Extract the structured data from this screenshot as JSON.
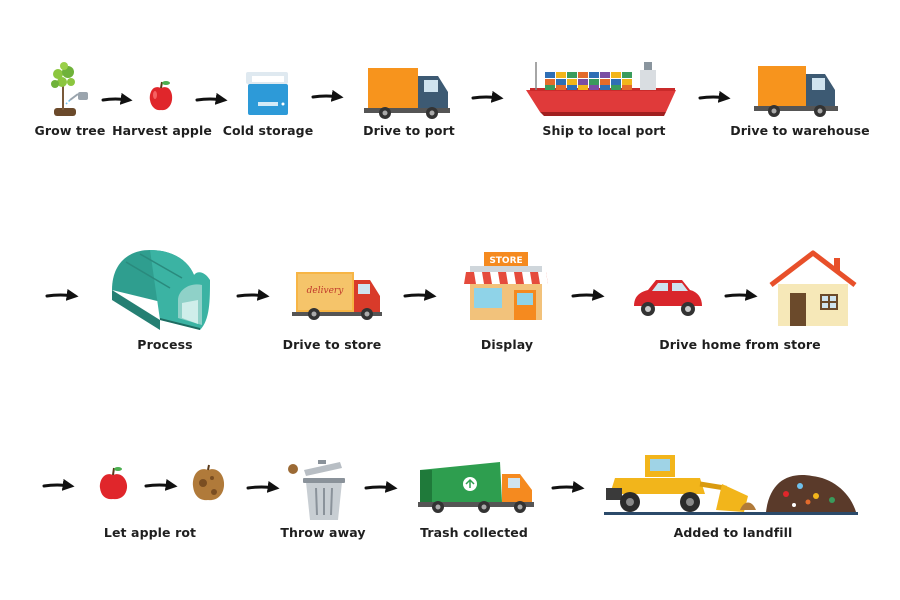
{
  "steps": [
    {
      "id": "grow-tree",
      "label": "Grow tree",
      "icon": "sapling-with-watering-can-icon"
    },
    {
      "id": "harvest-apple",
      "label": "Harvest apple",
      "icon": "red-apple-icon"
    },
    {
      "id": "cold-storage",
      "label": "Cold storage",
      "icon": "cooler-box-icon"
    },
    {
      "id": "drive-to-port",
      "label": "Drive to port",
      "icon": "box-truck-icon"
    },
    {
      "id": "ship-to-local-port",
      "label": "Ship to local port",
      "icon": "container-ship-icon"
    },
    {
      "id": "drive-to-warehouse",
      "label": "Drive to warehouse",
      "icon": "box-truck-icon"
    },
    {
      "id": "process",
      "label": "Process",
      "icon": "warehouse-hangar-icon"
    },
    {
      "id": "drive-to-store",
      "label": "Drive to store",
      "icon": "delivery-truck-icon"
    },
    {
      "id": "display",
      "label": "Display",
      "icon": "storefront-icon"
    },
    {
      "id": "drive-home-from-store",
      "label": "Drive home from store",
      "icon": "car-and-house-icon"
    },
    {
      "id": "let-apple-rot",
      "label": "Let apple rot",
      "icon": "apple-and-rotten-apple-icon"
    },
    {
      "id": "throw-away",
      "label": "Throw away",
      "icon": "trash-can-icon"
    },
    {
      "id": "trash-collected",
      "label": "Trash collected",
      "icon": "garbage-truck-icon"
    },
    {
      "id": "added-to-landfill",
      "label": "Added to landfill",
      "icon": "bulldozer-landfill-icon"
    }
  ],
  "truck_text": "delivery",
  "store_sign": "STORE",
  "colors": {
    "arrow": "#111111",
    "apple": "#e0262b",
    "truck_orange": "#f7941d",
    "truck_cab": "#3d5a73",
    "ship_hull": "#e03a3a",
    "hangar": "#3bb3a3",
    "garbage_green": "#2e9e4f",
    "bulldozer": "#f2b51b"
  }
}
